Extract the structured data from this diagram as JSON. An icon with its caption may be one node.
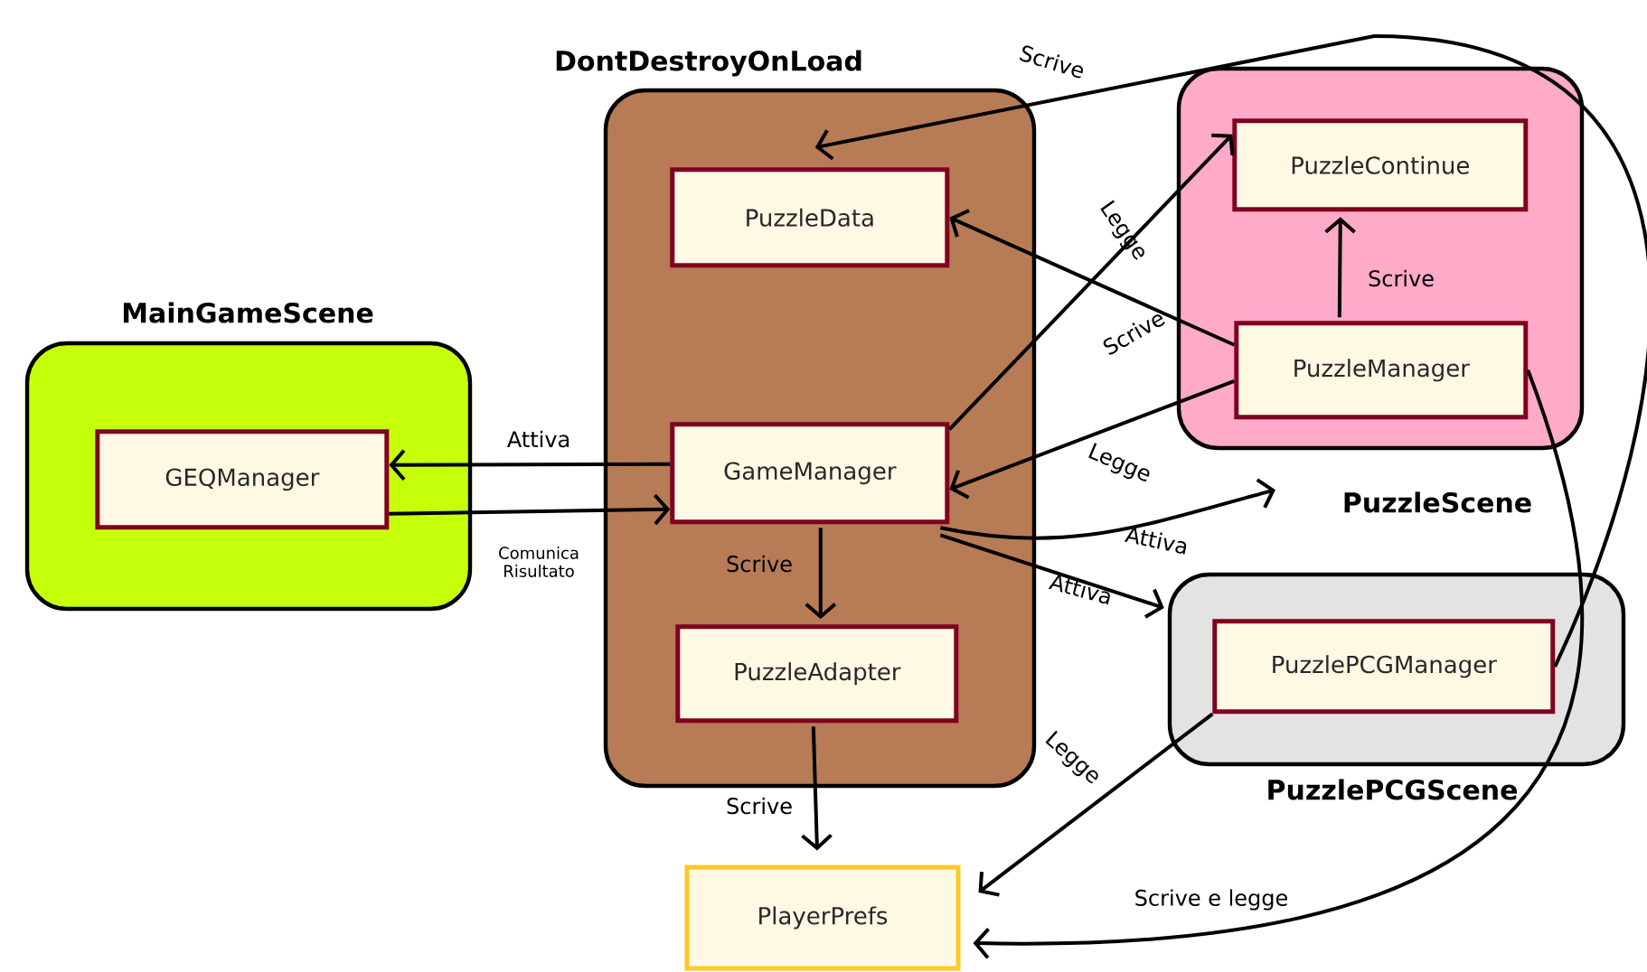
{
  "diagram": {
    "nodes": [
      {
        "text": [
          "DontDestroyOnLoad"
        ]
      },
      {
        "text": [
          "PuzzleData"
        ],
        "in": 0
      },
      {
        "text": [
          "GameManager"
        ],
        "in": 0
      },
      {
        "text": [
          "PuzzleAdapter"
        ],
        "in": 0
      },
      {
        "text": [
          "MainGameScene"
        ]
      },
      {
        "text": [
          "GEQManager"
        ],
        "in": 4
      },
      {
        "text": [
          "PuzzleScene"
        ]
      },
      {
        "text": [
          "PuzzleContinue"
        ],
        "in": 6
      },
      {
        "text": [
          "PuzzleManager"
        ],
        "in": 6
      },
      {
        "text": [
          "PuzzlePCGScene"
        ]
      },
      {
        "text": [
          "PuzzlePCGManager"
        ],
        "in": 9
      },
      {
        "text": [
          "PlayerPrefs"
        ]
      }
    ],
    "edges": [
      {
        "from": 2,
        "to": 5,
        "arrow": "to",
        "label": "Attiva"
      },
      {
        "from": 5,
        "to": 2,
        "arrow": "to",
        "label": "Comunica Risultato"
      },
      {
        "from": 2,
        "to": 3,
        "arrow": "to",
        "label": "Scrive"
      },
      {
        "from": 3,
        "to": 11,
        "arrow": "to",
        "label": "Scrive"
      },
      {
        "from": 2,
        "to": 7,
        "arrow": "to",
        "label": "Legge"
      },
      {
        "from": 8,
        "to": 1,
        "arrow": "to",
        "label": "Scrive"
      },
      {
        "from": 8,
        "to": 2,
        "arrow": "to",
        "label": "Legge"
      },
      {
        "from": 8,
        "to": 7,
        "arrow": "to",
        "label": "Scrive"
      },
      {
        "from": 2,
        "to": 6,
        "arrow": "to",
        "label": "Attiva"
      },
      {
        "from": 2,
        "to": 9,
        "arrow": "to",
        "label": "Attiva"
      },
      {
        "from": 10,
        "to": 11,
        "arrow": "to",
        "label": "Legge"
      },
      {
        "from": 8,
        "to": 11,
        "arrow": "to",
        "label": "Scrive e legge"
      },
      {
        "from": 10,
        "to": 1,
        "arrow": "to",
        "label": "Scrive"
      }
    ]
  }
}
